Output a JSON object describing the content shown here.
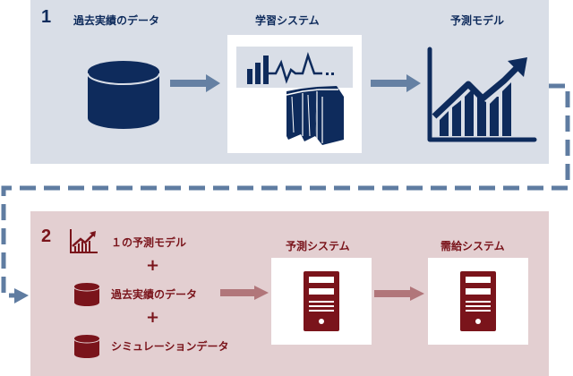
{
  "colors": {
    "navy": "#0e2b5c",
    "panel1_bg": "#d9dee7",
    "panel2_bg": "#e3cfd1",
    "maroon": "#7a141b",
    "arrow_blue": "#6580a3",
    "arrow_rose": "#b1767a",
    "dash": "#5f7ca1"
  },
  "step1": {
    "number": "1",
    "items": [
      {
        "label": "過去実績のデータ",
        "icon": "database-icon"
      },
      {
        "label": "学習システム",
        "icon": "learning-system-icon"
      },
      {
        "label": "予測モデル",
        "icon": "trend-chart-icon"
      }
    ]
  },
  "step2": {
    "number": "2",
    "inputs": [
      {
        "label": "１の予測モデル",
        "icon": "trend-chart-icon"
      },
      {
        "label": "過去実績のデータ",
        "icon": "database-icon"
      },
      {
        "label": "シミュレーションデータ",
        "icon": "database-icon"
      }
    ],
    "plus": "+",
    "systems": [
      {
        "label": "予測システム",
        "icon": "server-icon"
      },
      {
        "label": "需給システム",
        "icon": "server-icon"
      }
    ]
  }
}
